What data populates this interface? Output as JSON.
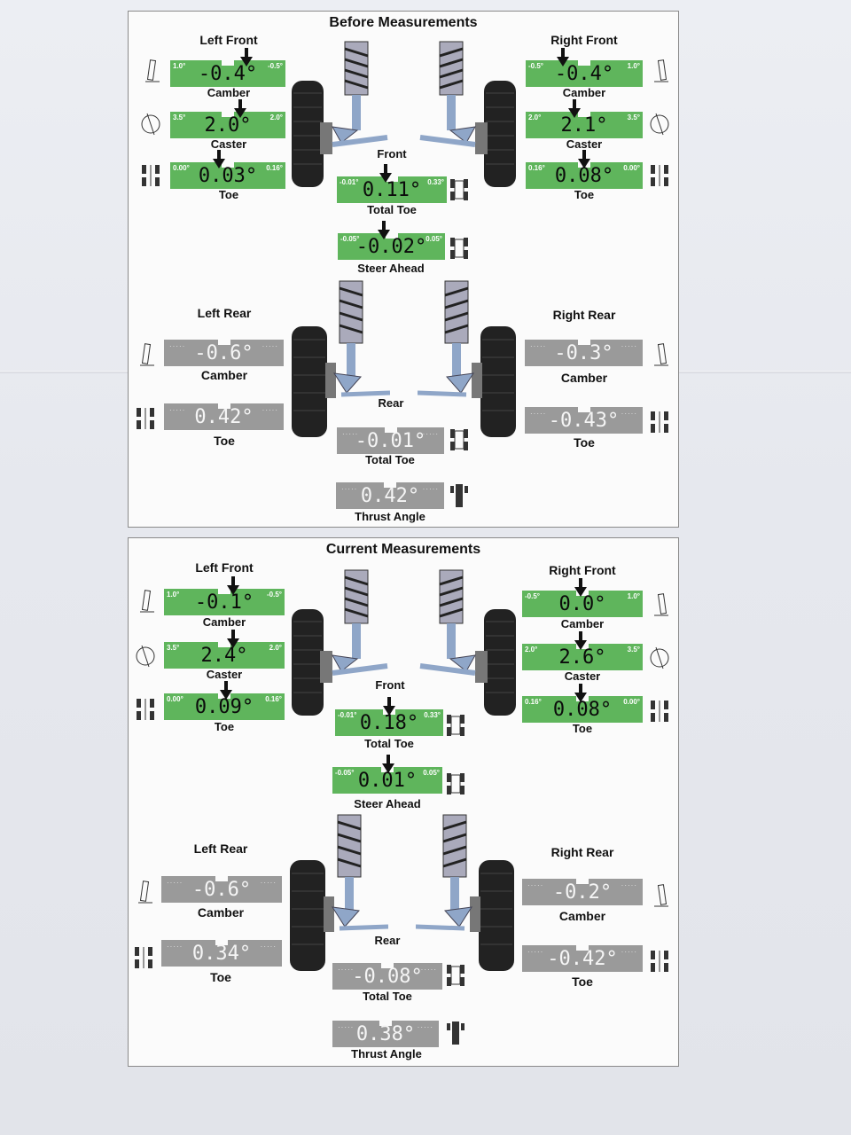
{
  "icons": [
    "camber-symbol-icon",
    "caster-symbol-icon",
    "toe-symbol-icon",
    "vehicle-symbol-icon",
    "suspension-diagram-icon",
    "tire-icon",
    "wheel-hub-icon"
  ],
  "colors": {
    "green_box": "#5fb55c",
    "gray_box": "#9a9a9a",
    "text": "#111111"
  },
  "before": {
    "title": "Before Measurements",
    "front_label": "Front",
    "rear_label": "Rear",
    "left_front": {
      "title": "Left Front",
      "camber": {
        "value": "-0.4°",
        "min": "1.0°",
        "max": "-0.5°",
        "label": "Camber",
        "marker": 0.6
      },
      "caster": {
        "value": "2.0°",
        "min": "3.5°",
        "max": "2.0°",
        "label": "Caster",
        "marker": 0.6
      },
      "toe": {
        "value": "0.03°",
        "min": "0.00°",
        "max": "0.16°",
        "label": "Toe",
        "marker": 0.42
      }
    },
    "right_front": {
      "title": "Right Front",
      "camber": {
        "value": "-0.4°",
        "min": "-0.5°",
        "max": "1.0°",
        "label": "Camber",
        "marker": 0.3
      },
      "caster": {
        "value": "2.1°",
        "min": "2.0°",
        "max": "3.5°",
        "label": "Caster",
        "marker": 0.4
      },
      "toe": {
        "value": "0.08°",
        "min": "0.16°",
        "max": "0.00°",
        "label": "Toe",
        "marker": 0.5
      }
    },
    "total_toe_front": {
      "value": "0.11°",
      "min": "-0.01°",
      "max": "0.33°",
      "label": "Total Toe",
      "marker": 0.45
    },
    "steer_ahead": {
      "value": "-0.02°",
      "min": "-0.05°",
      "max": "0.05°",
      "label": "Steer Ahead",
      "marker": 0.42
    },
    "left_rear": {
      "title": "Left Rear",
      "camber": {
        "value": "-0.6°",
        "label": "Camber"
      },
      "toe": {
        "value": "0.42°",
        "label": "Toe"
      }
    },
    "right_rear": {
      "title": "Right Rear",
      "camber": {
        "value": "-0.3°",
        "label": "Camber"
      },
      "toe": {
        "value": "-0.43°",
        "label": "Toe"
      }
    },
    "total_toe_rear": {
      "value": "-0.01°",
      "label": "Total Toe"
    },
    "thrust_angle": {
      "value": "0.42°",
      "label": "Thrust Angle"
    }
  },
  "current": {
    "title": "Current Measurements",
    "front_label": "Front",
    "rear_label": "Rear",
    "left_front": {
      "title": "Left Front",
      "camber": {
        "value": "-0.1°",
        "min": "1.0°",
        "max": "-0.5°",
        "label": "Camber",
        "marker": 0.5
      },
      "caster": {
        "value": "2.4°",
        "min": "3.5°",
        "max": "2.0°",
        "label": "Caster",
        "marker": 0.5
      },
      "toe": {
        "value": "0.09°",
        "min": "0.00°",
        "max": "0.16°",
        "label": "Toe",
        "marker": 0.5
      }
    },
    "right_front": {
      "title": "Right Front",
      "camber": {
        "value": "0.0°",
        "min": "-0.5°",
        "max": "1.0°",
        "label": "Camber",
        "marker": 0.45
      },
      "caster": {
        "value": "2.6°",
        "min": "2.0°",
        "max": "3.5°",
        "label": "Caster",
        "marker": 0.45
      },
      "toe": {
        "value": "0.08°",
        "min": "0.16°",
        "max": "0.00°",
        "label": "Toe",
        "marker": 0.5
      }
    },
    "total_toe_front": {
      "value": "0.18°",
      "min": "-0.01°",
      "max": "0.33°",
      "label": "Total Toe",
      "marker": 0.5
    },
    "steer_ahead": {
      "value": "0.01°",
      "min": "-0.05°",
      "max": "0.05°",
      "label": "Steer Ahead",
      "marker": 0.55
    },
    "left_rear": {
      "title": "Left Rear",
      "camber": {
        "value": "-0.6°",
        "label": "Camber"
      },
      "toe": {
        "value": "0.34°",
        "label": "Toe"
      }
    },
    "right_rear": {
      "title": "Right Rear",
      "camber": {
        "value": "-0.2°",
        "label": "Camber"
      },
      "toe": {
        "value": "-0.42°",
        "label": "Toe"
      }
    },
    "total_toe_rear": {
      "value": "-0.08°",
      "label": "Total Toe"
    },
    "thrust_angle": {
      "value": "0.38°",
      "label": "Thrust Angle"
    }
  }
}
